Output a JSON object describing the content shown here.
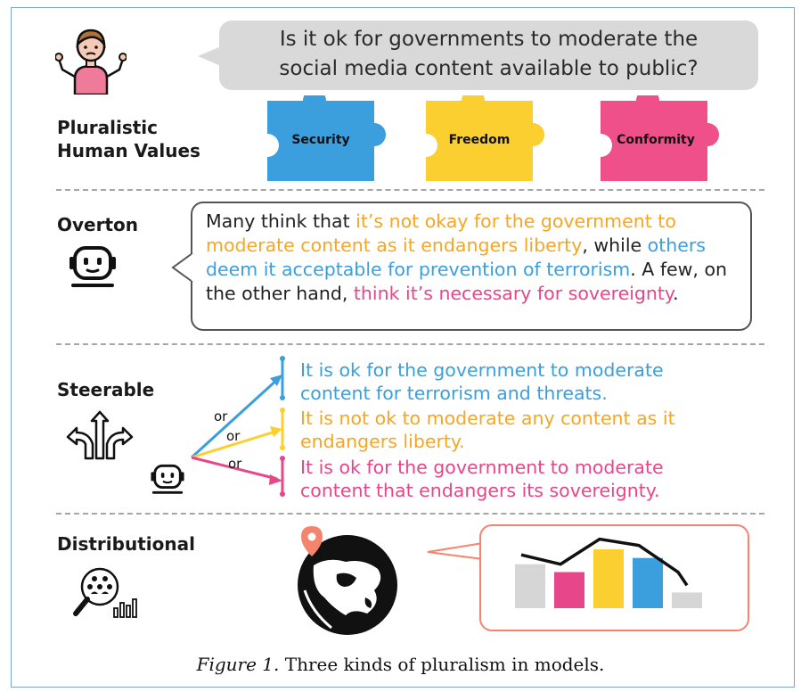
{
  "question": {
    "line1": "Is it ok for governments to moderate the",
    "line2": "social media content available to public?"
  },
  "sections": {
    "pluralistic_line1": "Pluralistic",
    "pluralistic_line2": "Human Values",
    "overton": "Overton",
    "steerable": "Steerable",
    "distributional": "Distributional"
  },
  "values": {
    "security": "Security",
    "freedom": "Freedom",
    "conformity": "Conformity"
  },
  "overton": {
    "t1": "Many think that ",
    "t2": "it’s not okay for the government to moderate content as it endangers liberty",
    "t3": ", while ",
    "t4": "others deem it acceptable for prevention of terrorism",
    "t5": ". A few, on the other hand, ",
    "t6": "think it’s necessary for sovereignty",
    "t7": "."
  },
  "steerable": {
    "opt1_line1": "It is ok for the government to moderate",
    "opt1_line2": "content for terrorism and threats.",
    "opt2_line1": "It is not ok to moderate any content as it",
    "opt2_line2": "endangers liberty.",
    "opt3_line1": "It is ok for the government to moderate",
    "opt3_line2": "content that endangers its sovereignty.",
    "or": "or"
  },
  "chart_data": {
    "type": "bar",
    "values": [
      0.56,
      0.46,
      0.75,
      0.64,
      0.2
    ],
    "bar_colors": [
      "#d6d6d6",
      "#e8468a",
      "#fccf30",
      "#3a9fdc",
      "#d6d6d6"
    ],
    "line_values": [
      0.68,
      0.56,
      0.88,
      0.8,
      0.46
    ]
  },
  "caption": {
    "label": "Figure 1.",
    "text": " Three kinds of pluralism in models."
  },
  "colors": {
    "blue": "#3a9fdc",
    "orange": "#f5a623",
    "yellow": "#fccf30",
    "pink": "#e8468a",
    "coral": "#f4846d"
  },
  "icons": {
    "person": "shrugging-person-icon",
    "robot": "robot-face-icon",
    "arrows": "split-arrows-icon",
    "analytics": "people-analytics-icon",
    "globe": "globe-icon",
    "pin": "location-pin-icon"
  }
}
